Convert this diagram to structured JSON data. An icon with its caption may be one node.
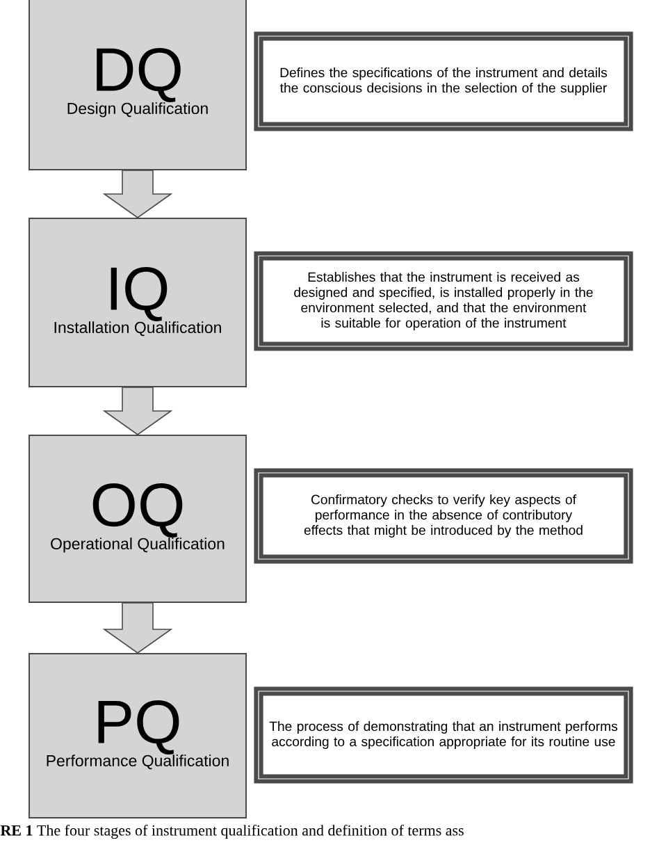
{
  "diagram": {
    "caption": "**RE 1** The four stages of instrument qualification and definition of terms ass",
    "nodes": [
      {
        "text": [
          "DQ",
          "Design Qualification"
        ]
      },
      {
        "text": [
          "Defines the specifications of the instrument and details the conscious decisions in the selection of the supplier"
        ]
      },
      {
        "text": [
          "IQ",
          "Installation Qualification"
        ]
      },
      {
        "text": [
          "Establishes that the instrument is received as designed and specified, is installed properly in the environment selected, and that the environment is suitable for operation of the instrument"
        ]
      },
      {
        "text": [
          "OQ",
          "Operational Qualification"
        ]
      },
      {
        "text": [
          "Confirmatory checks to verify key aspects of performance in the absence of contributory effects that might be introduced by the method"
        ]
      },
      {
        "text": [
          "PQ",
          "Performance Qualification"
        ]
      },
      {
        "text": [
          "The process of demonstrating that an instrument performs according to a specification appropriate for its routine use"
        ]
      }
    ],
    "edges": [
      {
        "from": 0,
        "to": 2,
        "arrow": "to"
      },
      {
        "from": 2,
        "to": 4,
        "arrow": "to"
      },
      {
        "from": 4,
        "to": 6,
        "arrow": "to"
      }
    ]
  }
}
